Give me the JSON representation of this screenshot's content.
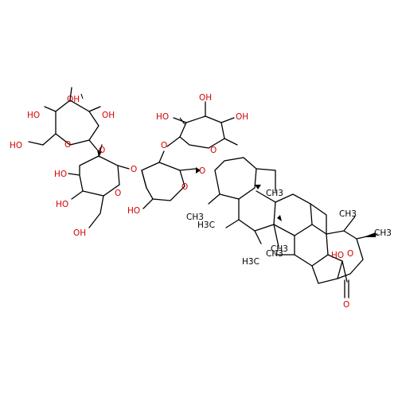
{
  "colors": {
    "bond": "#000000",
    "oxygen": "#d40000",
    "carbon": "#000000",
    "background": "#ffffff"
  },
  "labels": {
    "top_sugar_oh1": "OH",
    "top_sugar_oh2": "HO",
    "top_sugar_oh3": "OH",
    "top_sugar_ho_ch2": "HO",
    "top_sugar_ring_o": "O",
    "glyco_link_o1": "O",
    "mid_sugar_ho1": "HO",
    "mid_sugar_ho2": "HO",
    "mid_sugar_ring_o": "O",
    "mid_sugar_ch2_oh": "OH",
    "glyco_link_o2": "O",
    "ara_ring_o": "O",
    "ara_ho": "HO",
    "rha_link_o": "O",
    "rha_ho1": "HO",
    "rha_oh2": "OH",
    "rha_oh3": "OH",
    "rha_ring_o": "O",
    "aglycone_link_o": "O",
    "methyl_1": "CH3",
    "methyl_gem1": "CH3",
    "methyl_gem2": "H3C",
    "methyl_2": "CH3",
    "methyl_3": "CH3",
    "methyl_4": "CH3",
    "methyl_5": "CH3",
    "methyl_6": "H3C",
    "ring_ho": "HO",
    "lactone_o": "O",
    "carbonyl_o": "O"
  }
}
